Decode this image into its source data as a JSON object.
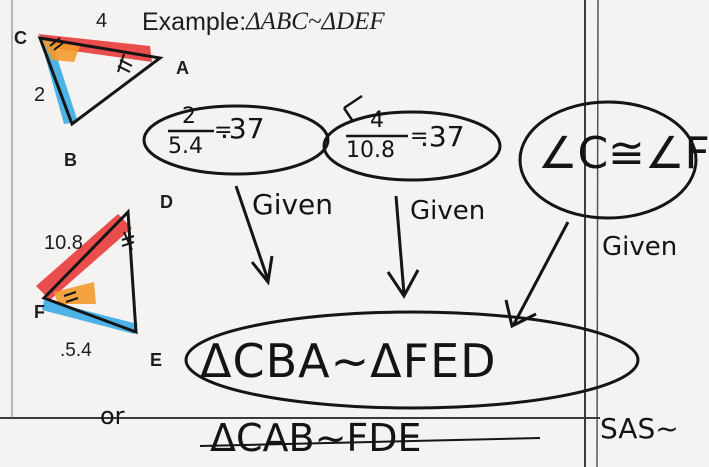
{
  "header": {
    "label": "Example:",
    "similarity_statement": "ΔABC~ΔDEF"
  },
  "triangle_abc": {
    "vertices": {
      "c": "C",
      "a": "A",
      "b": "B"
    },
    "side_ca": "4",
    "side_cb": "2"
  },
  "triangle_def": {
    "vertices": {
      "d": "D",
      "f": "F",
      "e": "E"
    },
    "side_fd": "10.8",
    "side_fe": ".5.4"
  },
  "work": {
    "ratio_1": {
      "numerator": "2",
      "denominator": "5.4",
      "result": ".37"
    },
    "ratio_2": {
      "numerator": "4",
      "denominator": "10.8",
      "result": ".37"
    },
    "angle_statement": "∠C≅∠F",
    "given_labels": [
      "Given",
      "Given",
      "Given"
    ],
    "conclusion": "ΔCBA~ΔFED",
    "or_label": "or",
    "alternate": "ΔCAB~FDE",
    "reason": "SAS~"
  },
  "colors": {
    "red_highlight": "#e8302f",
    "blue_highlight": "#2fa6e3",
    "orange_highlight": "#f39a2c",
    "ink": "#151515"
  }
}
